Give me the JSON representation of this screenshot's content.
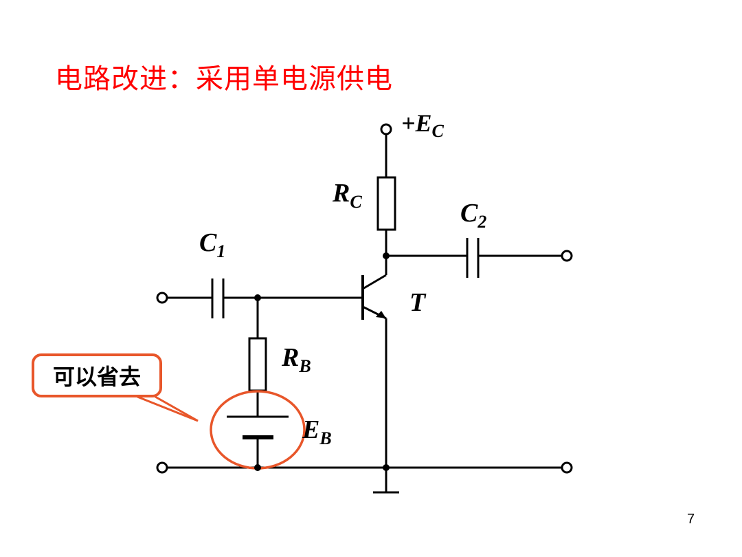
{
  "slide": {
    "title": "电路改进：采用单电源供电",
    "page_number": "7",
    "callout": {
      "text": "可以省去",
      "color": "#e8562a"
    },
    "title_color": "#ff0000"
  },
  "circuit": {
    "supply": {
      "main": "+E",
      "sub": "C"
    },
    "rc": {
      "main": "R",
      "sub": "C"
    },
    "c2": {
      "main": "C",
      "sub": "2"
    },
    "c1": {
      "main": "C",
      "sub": "1"
    },
    "transistor": "T",
    "rb": {
      "main": "R",
      "sub": "B"
    },
    "eb": {
      "main": "E",
      "sub": "B"
    }
  }
}
